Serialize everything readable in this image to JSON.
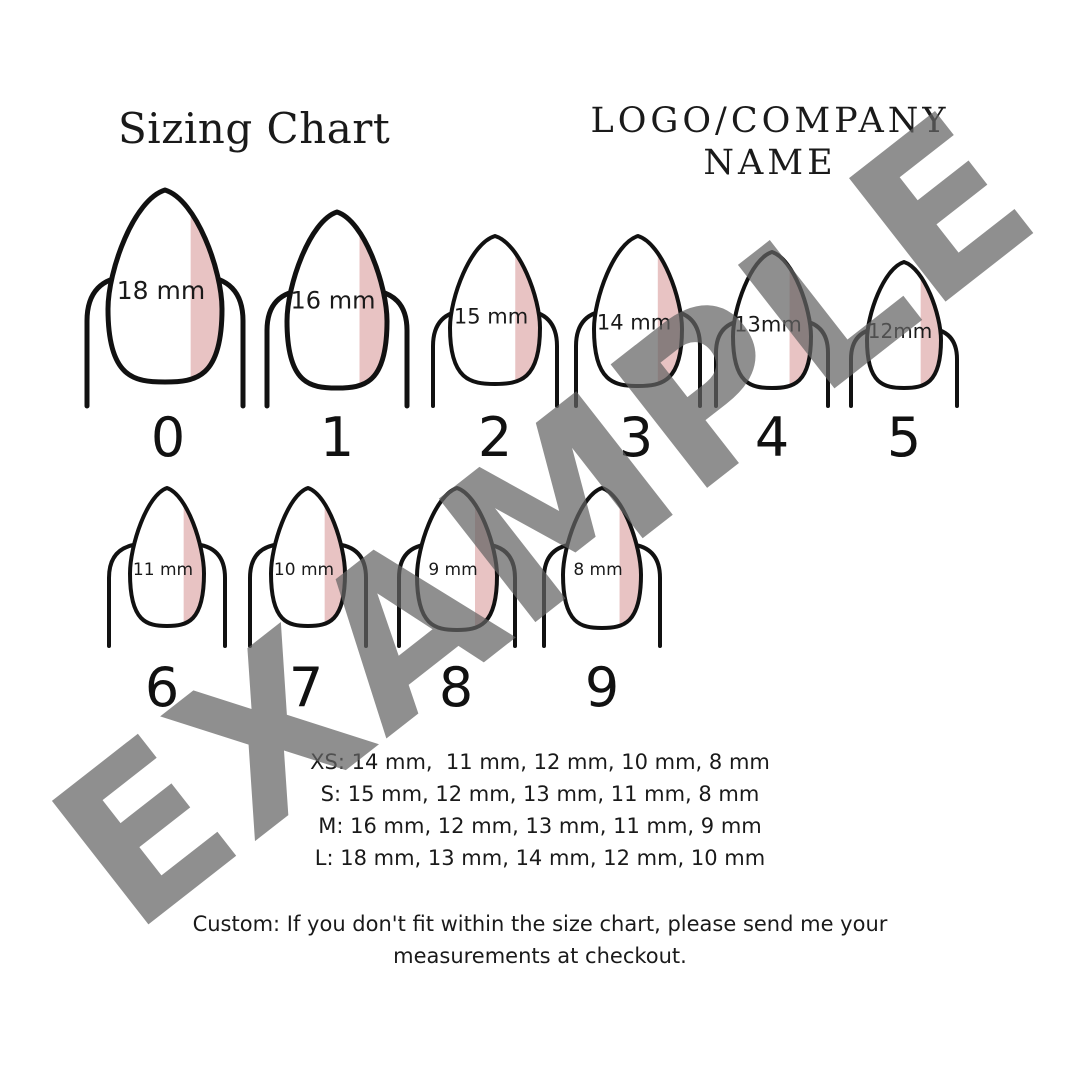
{
  "header": {
    "title": "Sizing Chart",
    "logo_line1": "LOGO/COMPANY",
    "logo_line2": "NAME"
  },
  "nails": [
    {
      "size": "0",
      "width": "18 mm"
    },
    {
      "size": "1",
      "width": "16 mm"
    },
    {
      "size": "2",
      "width": "15 mm"
    },
    {
      "size": "3",
      "width": "14 mm"
    },
    {
      "size": "4",
      "width": "13mm"
    },
    {
      "size": "5",
      "width": "12mm"
    },
    {
      "size": "6",
      "width": "11 mm"
    },
    {
      "size": "7",
      "width": "10 mm"
    },
    {
      "size": "8",
      "width": "9 mm"
    },
    {
      "size": "9",
      "width": "8 mm"
    }
  ],
  "size_sets": [
    "XS: 14 mm,  11 mm, 12 mm, 10 mm, 8 mm",
    "S: 15 mm, 12 mm, 13 mm, 11 mm, 8 mm",
    "M: 16 mm, 12 mm, 13 mm, 11 mm, 9 mm",
    "L: 18 mm, 13 mm, 14 mm, 12 mm, 10 mm"
  ],
  "custom_note": "Custom: If you don't fit within the size chart, please send me your measurements at checkout.",
  "watermark": "EXAMPLE",
  "colors": {
    "nail_accent": "#e8c3c3",
    "outline": "#111111",
    "watermark": "#646464"
  }
}
